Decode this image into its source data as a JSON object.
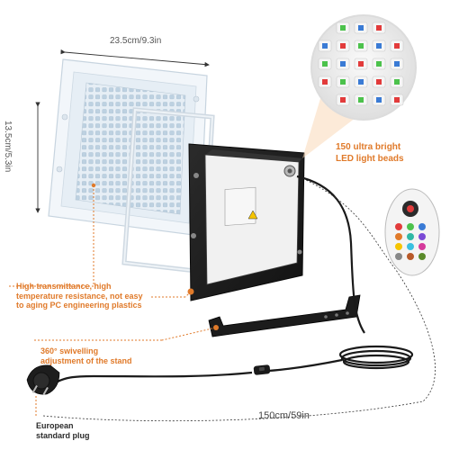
{
  "dimensions": {
    "width": "23.5cm/9.3in",
    "height": "13.5cm/5.3in",
    "cable_length": "150cm/59in"
  },
  "callouts": {
    "led_beads": [
      "150 ultra bright",
      "LED light beads"
    ],
    "plastics": [
      "High transmittance, high",
      "temperature resistance, not easy",
      "to aging PC engineering plastics"
    ],
    "swivel_stand": [
      "360° swivelling",
      "adjustment of the stand"
    ],
    "plug": [
      "European",
      "standard plug"
    ]
  },
  "colors": {
    "accent": "#e07a2a",
    "housing": "#1e1e1e",
    "panel": "#eef3f7",
    "cable": "#1a1a1a",
    "led_red": "#e23b3b",
    "led_green": "#4cc24c",
    "led_blue": "#3a7bd5"
  },
  "icons": [
    "rgb-remote-control-icon",
    "eu-schuko-plug-icon",
    "inline-switch-icon",
    "ce-label-icon"
  ]
}
